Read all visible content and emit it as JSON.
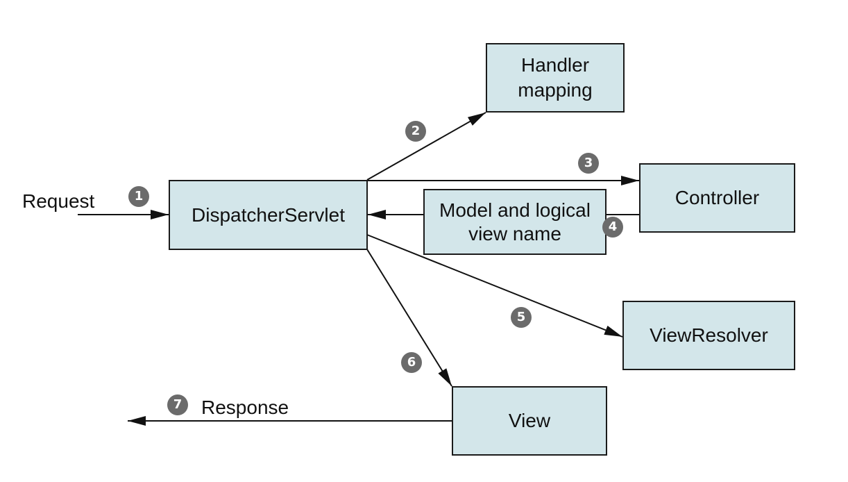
{
  "nodes": {
    "dispatcher": "DispatcherServlet",
    "handler_mapping": "Handler mapping",
    "controller": "Controller",
    "model_view": "Model and logical view name",
    "view_resolver": "ViewResolver",
    "view": "View"
  },
  "labels": {
    "request": "Request",
    "response": "Response"
  },
  "steps": [
    "1",
    "2",
    "3",
    "4",
    "5",
    "6",
    "7"
  ],
  "colors": {
    "box_fill": "#d3e6ea",
    "box_border": "#1a1a1a",
    "arrow": "#111111",
    "step_badge": "#6b6b6b"
  }
}
